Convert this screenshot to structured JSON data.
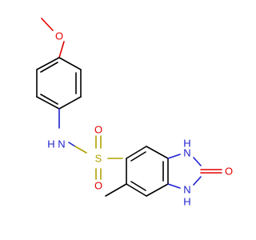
{
  "atoms": {
    "methoxy_oxygen": {
      "label": "O",
      "color": "#e30000"
    },
    "amine_nitrogen": {
      "label": "N",
      "color": "#2020d0"
    },
    "amine_hydrogen": {
      "label": "H",
      "color": "#2020d0"
    },
    "sulfur": {
      "label": "S",
      "color": "#b0a000"
    },
    "sulfonyl_oxygen_top": {
      "label": "O",
      "color": "#e30000"
    },
    "sulfonyl_oxygen_bottom": {
      "label": "O",
      "color": "#e30000"
    },
    "nh_top_hydrogen": {
      "label": "H",
      "color": "#2020d0"
    },
    "nh_top_nitrogen": {
      "label": "N",
      "color": "#2020d0"
    },
    "nh_bottom_hydrogen": {
      "label": "H",
      "color": "#2020d0"
    },
    "nh_bottom_nitrogen": {
      "label": "N",
      "color": "#2020d0"
    },
    "carbonyl_oxygen": {
      "label": "O",
      "color": "#e30000"
    }
  }
}
